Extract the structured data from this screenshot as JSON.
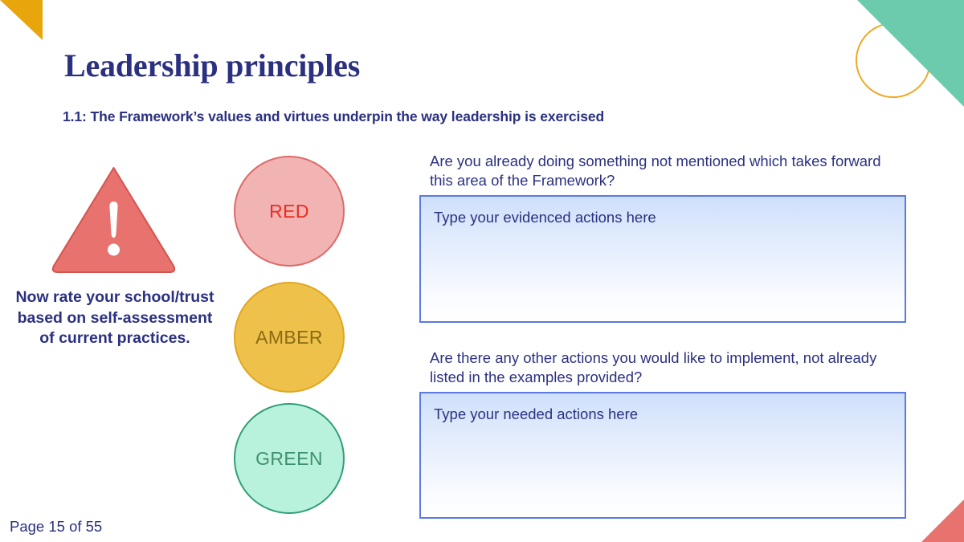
{
  "slide": {
    "title": "Leadership principles",
    "subtitle": "1.1: The Framework’s values and virtues underpin the way leadership is exercised",
    "page_number": "Page 15 of 55"
  },
  "rating_panel": {
    "instruction": "Now rate your school/trust based on self-assessment of current practices.",
    "warning_icon_name": "warning-triangle-icon",
    "options": [
      {
        "label": "RED",
        "fill": "#f2b3b3",
        "border": "#dc6a6a",
        "text_color": "#ea2d20"
      },
      {
        "label": "AMBER",
        "fill": "#eec24a",
        "border": "#e2a520",
        "text_color": "#8a6a16"
      },
      {
        "label": "GREEN",
        "fill": "#b9f2dc",
        "border": "#309f74",
        "text_color": "#40906f"
      }
    ]
  },
  "questions": [
    {
      "prompt": "Are you already doing something not mentioned which takes forward this area of the Framework?",
      "placeholder": "Type your evidenced actions here",
      "value": ""
    },
    {
      "prompt": "Are there any other actions you would like to implement, not already listed in the examples provided?",
      "placeholder": "Type your needed actions here",
      "value": ""
    }
  ],
  "theme": {
    "navy": "#2b3180",
    "yellow": "#e8a50c",
    "green": "#6ccbad",
    "red": "#e8726e",
    "box_border": "#5a7ae4"
  }
}
